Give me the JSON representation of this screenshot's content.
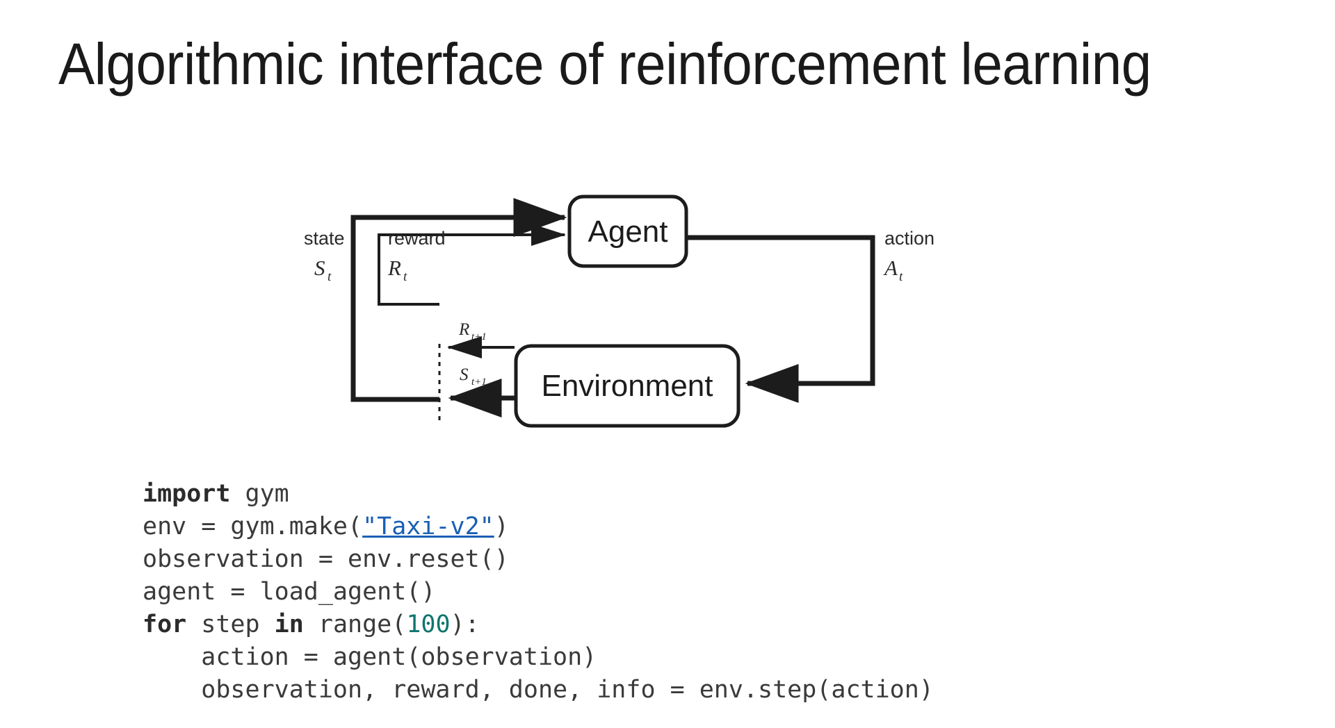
{
  "slide": {
    "title": "Algorithmic interface of reinforcement learning",
    "background_color": "#ffffff"
  },
  "diagram": {
    "name": "agent-environment-interaction-loop",
    "nodes": {
      "agent": "Agent",
      "environment": "Environment"
    },
    "edges": {
      "state_word": "state",
      "state_symbol": "S",
      "state_subscript": "t",
      "reward_word": "reward",
      "reward_symbol": "R",
      "reward_subscript": "t",
      "action_word": "action",
      "action_symbol": "A",
      "action_subscript": "t",
      "next_reward_symbol": "R",
      "next_reward_subscript": "t+1",
      "next_state_symbol": "S",
      "next_state_subscript": "t+1"
    },
    "stroke_color": "#1c1c1c"
  },
  "code": {
    "language": "python",
    "text_color": "#3a3a3a",
    "keyword_color": "#2b2b2b",
    "number_color": "#0f766e",
    "link_color": "#1a5fb4",
    "lines": [
      {
        "tokens": [
          {
            "t": "import",
            "k": "kw"
          },
          {
            "t": " gym",
            "k": "plain"
          }
        ]
      },
      {
        "tokens": [
          {
            "t": "env = gym.make(",
            "k": "plain"
          },
          {
            "t": "\"Taxi-v2\"",
            "k": "str-link"
          },
          {
            "t": ")",
            "k": "plain"
          }
        ]
      },
      {
        "tokens": [
          {
            "t": "observation = env.reset()",
            "k": "plain"
          }
        ]
      },
      {
        "tokens": [
          {
            "t": "agent = load_agent()",
            "k": "plain"
          }
        ]
      },
      {
        "tokens": [
          {
            "t": "for",
            "k": "kw"
          },
          {
            "t": " step ",
            "k": "plain"
          },
          {
            "t": "in",
            "k": "kw"
          },
          {
            "t": " range(",
            "k": "plain"
          },
          {
            "t": "100",
            "k": "num"
          },
          {
            "t": "):",
            "k": "plain"
          }
        ]
      },
      {
        "tokens": [
          {
            "t": "    action = agent(observation)",
            "k": "plain"
          }
        ]
      },
      {
        "tokens": [
          {
            "t": "    observation, reward, done, info = env.step(action)",
            "k": "plain"
          }
        ]
      }
    ]
  }
}
